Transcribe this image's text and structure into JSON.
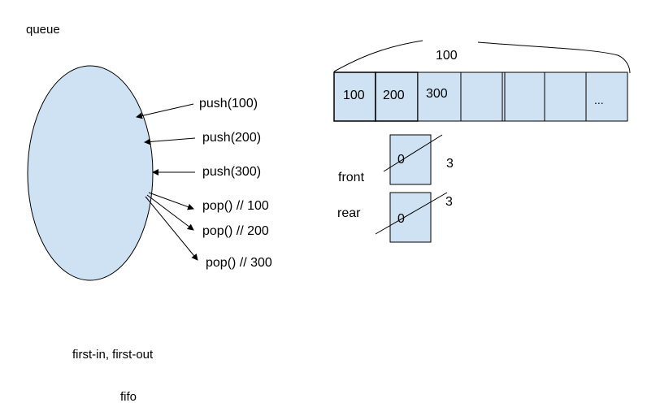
{
  "title": "queue",
  "operations": {
    "push1": "push(100)",
    "push2": "push(200)",
    "push3": "push(300)",
    "pop1": "pop() // 100",
    "pop2": "pop() // 200",
    "pop3": "pop() // 300"
  },
  "array": {
    "size_label": "100",
    "cells": [
      "100",
      "200",
      "300",
      "",
      "",
      "",
      "..."
    ]
  },
  "front": {
    "label": "front",
    "old_value": "0",
    "new_value": "3"
  },
  "rear": {
    "label": "rear",
    "old_value": "0",
    "new_value": "3"
  },
  "notes": {
    "fifo_long": "first-in, first-out",
    "fifo_short": "fifo"
  },
  "colors": {
    "fill": "#cfe2f3",
    "stroke": "#000000"
  }
}
